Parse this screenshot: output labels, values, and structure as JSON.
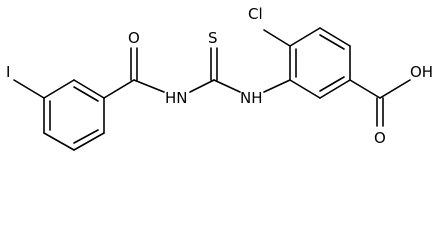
{
  "molecule": {
    "atoms": {
      "iodine": "I",
      "carbonyl_oxygen": "O",
      "amide_nitrogen": "HN",
      "thione_sulfur": "S",
      "thioamide_nitrogen": "NH",
      "chlorine": "Cl",
      "hydroxyl": "OH",
      "acid_oxygen": "O"
    }
  }
}
